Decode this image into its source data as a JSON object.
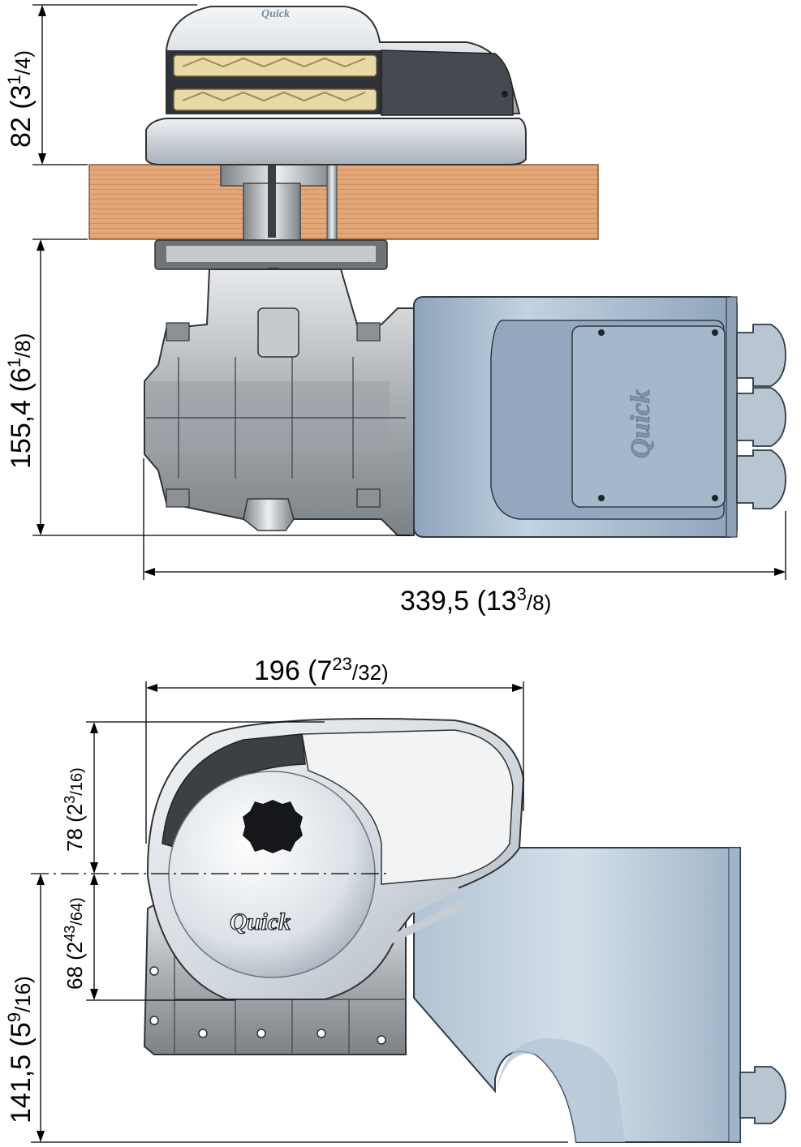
{
  "brand": {
    "logo_text": "Quick"
  },
  "top_view": {
    "dim_height_above_deck": {
      "main": "82 (3",
      "sup": "1",
      "den": "/4)"
    },
    "dim_height_below_deck": {
      "main": "155,4 (6",
      "sup": "1",
      "den": "/8)"
    },
    "dim_total_length": {
      "main": "339,5 (13",
      "sup": "3",
      "den": "/8)"
    }
  },
  "side_view": {
    "dim_width": {
      "main": "196 (7",
      "sup": "23",
      "den": "/32)"
    },
    "dim_upper": {
      "main": "78 (2",
      "sup": "3",
      "den": "/16)"
    },
    "dim_lower": {
      "main": "68 (2",
      "sup": "43",
      "den": "/64)"
    },
    "dim_total_height": {
      "main": "141,5 (5",
      "sup": "9",
      "den": "/16)"
    }
  },
  "colors": {
    "wood": "#e3a779",
    "motor_blue": "#a9bdd1",
    "metal_grey": "#b4b8bd",
    "cover_silver": "#dfe3e8",
    "gypsy_gold": "#e8d9a6"
  }
}
